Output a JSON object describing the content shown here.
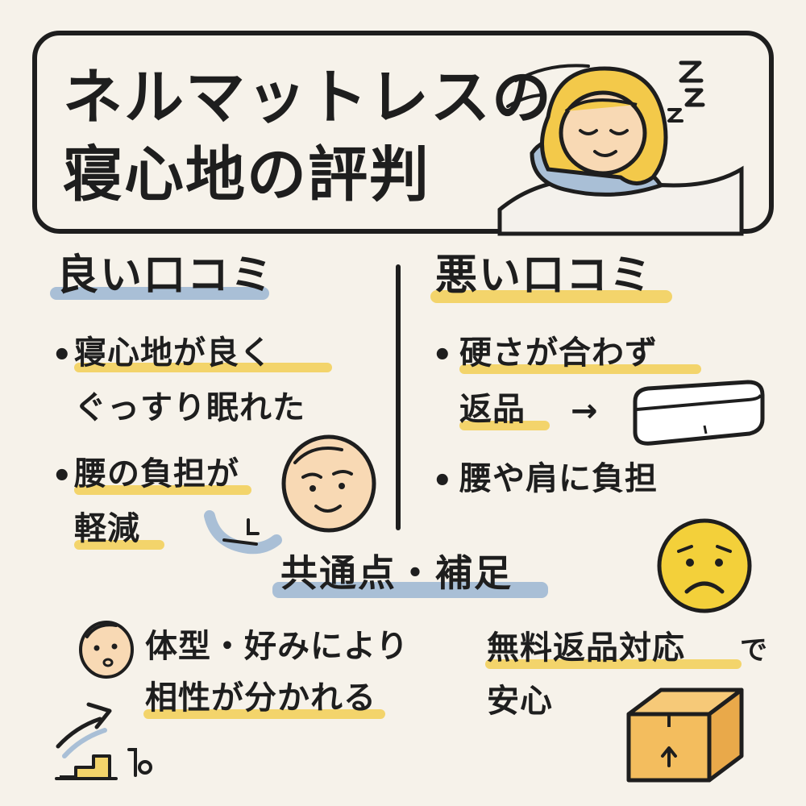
{
  "title": {
    "line1": "ネルマットレスの",
    "line2": "寝心地の評判"
  },
  "good": {
    "heading": "良い口コミ",
    "items": [
      {
        "line1": "寝心地が良く",
        "line2": "ぐっすり眠れた"
      },
      {
        "line1": "腰の負担が",
        "line2": "軽減"
      }
    ]
  },
  "bad": {
    "heading": "悪い口コミ",
    "items": [
      {
        "line1": "硬さが合わず",
        "line2": "返品"
      },
      {
        "line1": "腰や肩に負担"
      }
    ]
  },
  "common": {
    "heading": "共通点・補足",
    "left": {
      "line1": "体型・好みにより",
      "line2": "相性が分かれる"
    },
    "right": {
      "line1a": "無料返品対応",
      "line1b": "で",
      "line2": "安心"
    }
  },
  "icons": {
    "bullet": "•",
    "arrow": "→",
    "sleep": "zzz"
  },
  "colors": {
    "highlight_blue": "#a9bfd6",
    "highlight_yellow": "#f3d46b",
    "ink": "#1e1e1e",
    "background": "#f6f2ea"
  }
}
